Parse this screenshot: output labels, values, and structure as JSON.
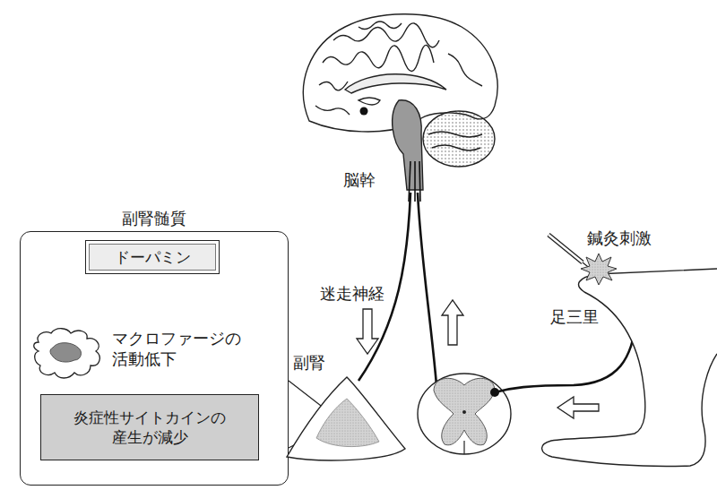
{
  "diagram": {
    "nodes": [
      {
        "text": [
          "副腎髄質"
        ]
      },
      {
        "text": [
          "ドーパミン"
        ],
        "in": 0
      },
      {
        "text": [
          "マクロファージの 活動低下"
        ],
        "in": 0
      },
      {
        "text": [
          "炎症性サイトカインの 産生が減少"
        ],
        "in": 0
      },
      {
        "text": [
          "副腎"
        ]
      }
    ],
    "edges": [
      {
        "from": 1,
        "to": 2,
        "arrow": "to"
      }
    ],
    "labels": [
      "脳幹",
      "迷走神経",
      "鍼灸刺激",
      "足三里"
    ]
  }
}
